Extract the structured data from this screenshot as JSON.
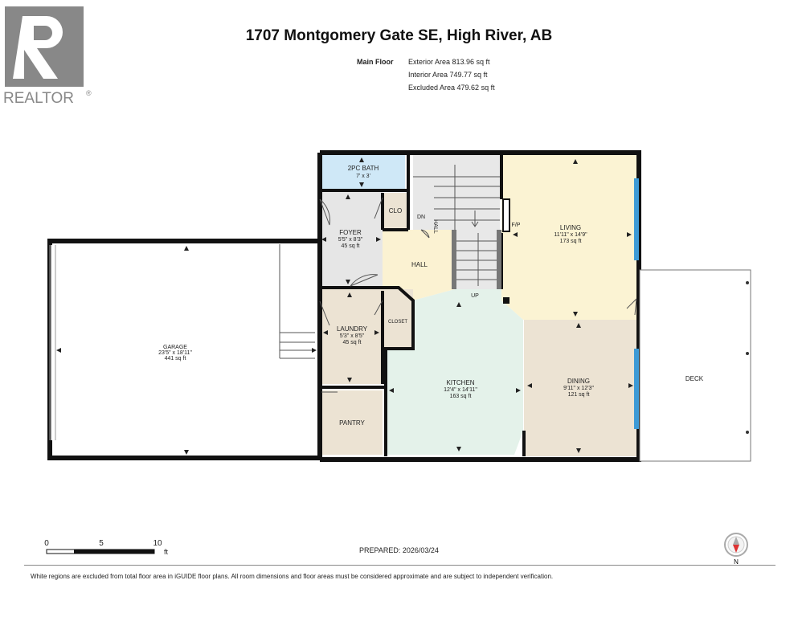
{
  "logo": {
    "text": "REALTOR",
    "mark": "®"
  },
  "title": "1707 Montgomery Gate SE, High River, AB",
  "areas": {
    "floor_label": "Main Floor",
    "lines": [
      "Exterior Area 813.96 sq ft",
      "Interior Area 749.77 sq ft",
      "Excluded Area 479.62 sq ft"
    ]
  },
  "rooms": {
    "bath": {
      "name": "2PC BATH",
      "dims": "7' x 3'"
    },
    "clo": {
      "name": "CLO"
    },
    "foyer": {
      "name": "FOYER",
      "dims": "5'5\" x 8'3\"",
      "area": "45 sq ft"
    },
    "hall": {
      "name": "HALL"
    },
    "hall_vert": {
      "name": "HALL"
    },
    "dn": {
      "name": "DN"
    },
    "up": {
      "name": "UP"
    },
    "fp": {
      "name": "F/P"
    },
    "living": {
      "name": "LIVING",
      "dims": "11'11\" x 14'9\"",
      "area": "173 sq ft"
    },
    "garage": {
      "name": "GARAGE",
      "dims": "23'5\" x 18'11\"",
      "area": "441 sq ft"
    },
    "laundry": {
      "name": "LAUNDRY",
      "dims": "5'3\" x 8'5\"",
      "area": "45 sq ft"
    },
    "closet": {
      "name": "CLOSET"
    },
    "kitchen": {
      "name": "KITCHEN",
      "dims": "12'4\" x 14'11\"",
      "area": "163 sq ft"
    },
    "dining": {
      "name": "DINING",
      "dims": "9'11\" x 12'3\"",
      "area": "121 sq ft"
    },
    "pantry": {
      "name": "PANTRY"
    },
    "deck": {
      "name": "DECK"
    }
  },
  "colors": {
    "bath": "#cfe8f7",
    "foyer": "#e6e6e6",
    "hall": "#fbf2d2",
    "living": "#fbf3d3",
    "kitchen": "#e4f2ea",
    "dining": "#ece3d3",
    "laundry": "#ece3d3",
    "pantry": "#ece3d3",
    "closet": "#ece3d3",
    "stairs": "#e8e8e8",
    "window": "#3c9ad6",
    "wall": "#111111"
  },
  "scale": {
    "ticks": [
      "0",
      "5",
      "10"
    ],
    "unit": "ft"
  },
  "prepared": "PREPARED: 2026/03/24",
  "compass": {
    "label": "N",
    "icon": "compass-icon"
  },
  "disclaimer": "White regions are excluded from total floor area in iGUIDE floor plans. All room dimensions and floor areas must be considered approximate and are subject to independent verification."
}
